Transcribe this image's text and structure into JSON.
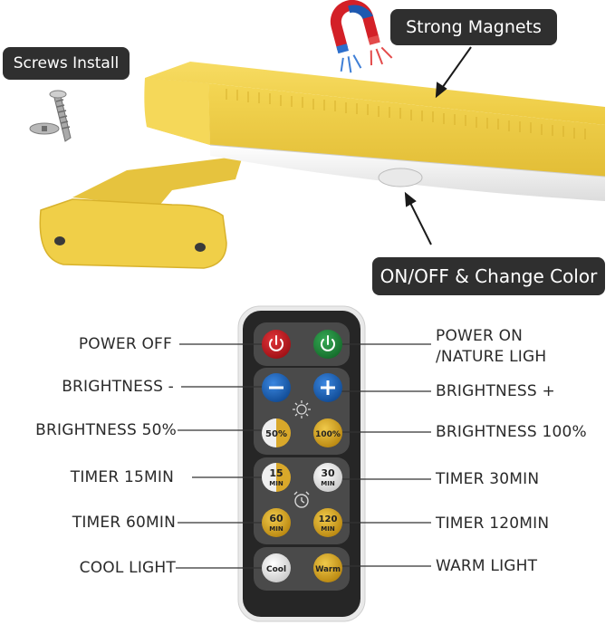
{
  "callouts": {
    "strong_magnets": "Strong Magnets",
    "screws_install": "Screws Install",
    "on_off_change_color": "ON/OFF & Change Color"
  },
  "labels_left": {
    "power_off": "POWER OFF",
    "brightness_minus": "BRIGHTNESS -",
    "brightness_50": "BRIGHTNESS 50%",
    "timer_15": "TIMER 15MIN",
    "timer_60": "TIMER 60MIN",
    "cool_light": "COOL LIGHT"
  },
  "labels_right": {
    "power_on_line1": "POWER ON",
    "power_on_line2": "/NATURE LIGH",
    "brightness_plus": "BRIGHTNESS +",
    "brightness_100": "BRIGHTNESS 100%",
    "timer_30": "TIMER 30MIN",
    "timer_120": "TIMER 120MIN",
    "warm_light": "WARM LIGHT"
  },
  "remote_buttons": {
    "b50": "50%",
    "b100": "100%",
    "t15_num": "15",
    "t15_unit": "MIN",
    "t30_num": "30",
    "t30_unit": "MIN",
    "t60_num": "60",
    "t60_unit": "MIN",
    "t120_num": "120",
    "t120_unit": "MIN",
    "cool": "Cool",
    "warm": "Warm"
  },
  "icons": {
    "power": "power-icon",
    "minus": "minus-icon",
    "plus": "plus-icon",
    "sun": "sun-icon",
    "clock": "alarm-clock-icon",
    "magnet": "magnet-icon",
    "screw": "screw-icon"
  },
  "colors": {
    "light_body": "#f2d24a",
    "power_off": "#c0161c",
    "power_on": "#1f8a3a",
    "brightness_btn": "#1c5fb3",
    "gold_btn": "#c79a1d",
    "remote_body": "#262626"
  }
}
